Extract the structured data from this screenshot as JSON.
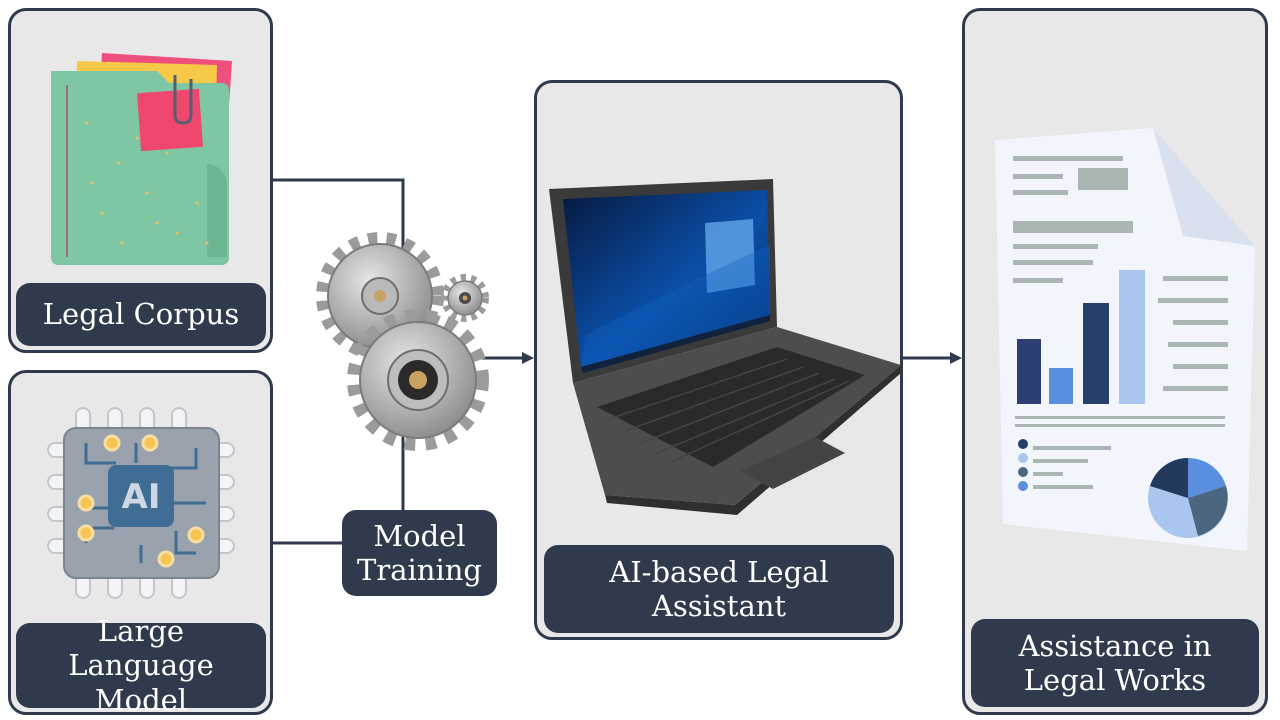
{
  "nodes": {
    "legal_corpus": "Legal Corpus",
    "llm": "Large Language\nModel",
    "model_training": "Model\nTraining",
    "assistant": "AI-based Legal\nAssistant",
    "assistance": "Assistance in\nLegal Works"
  },
  "icons": {
    "legal_corpus": "folder-icon",
    "llm": "ai-chip-icon",
    "model_training": "gears-icon",
    "assistant": "laptop-icon",
    "assistance": "report-document-icon"
  },
  "chip_text": "AI",
  "colors": {
    "panel_bg": "#e8e8e8",
    "border": "#2f3a4c",
    "label_bg": "#2f3a4c",
    "label_text": "#ffffff"
  }
}
